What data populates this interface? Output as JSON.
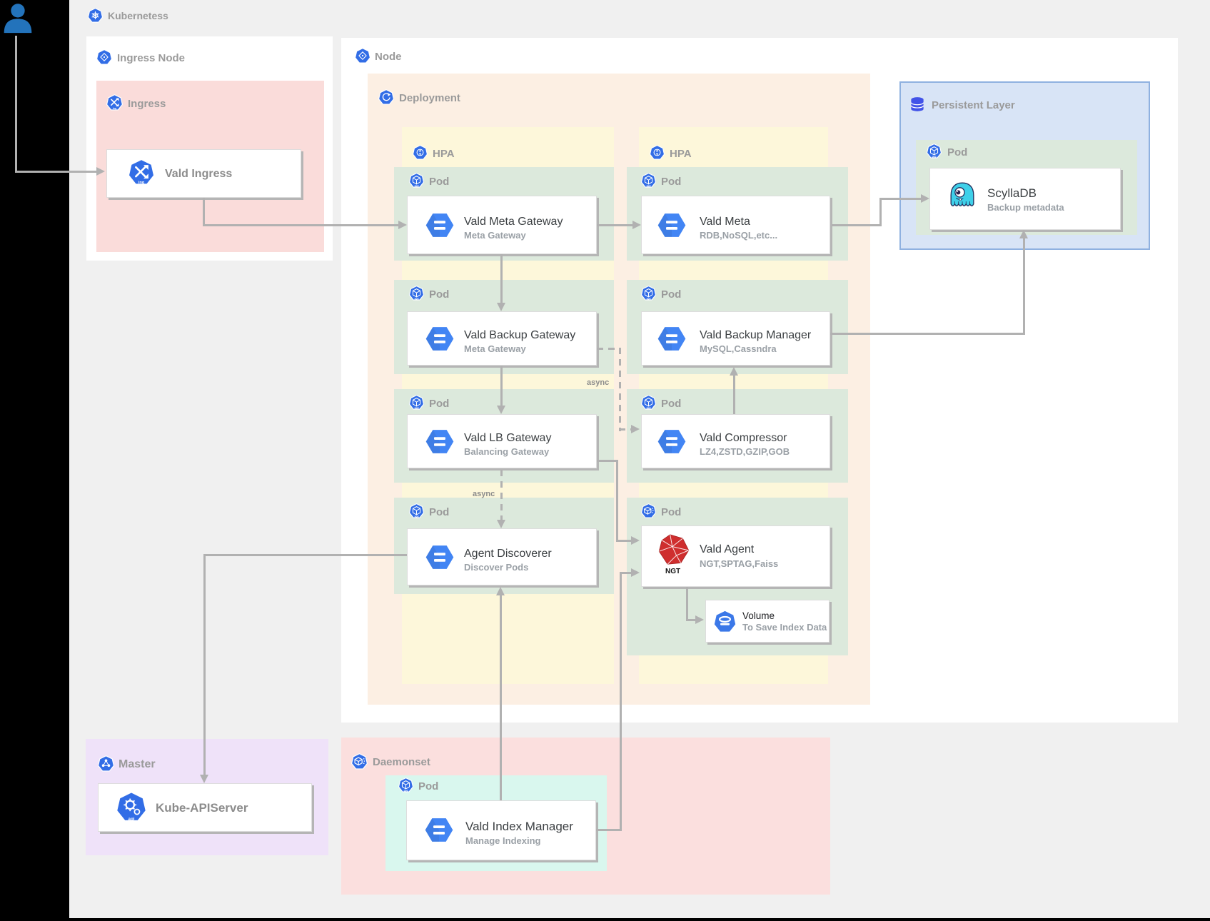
{
  "header": {
    "title": "Kubernetess"
  },
  "labels": {
    "pod": "Pod",
    "hpa": "HPA",
    "async": "async"
  },
  "ingress_node": {
    "title": "Ingress Node",
    "ingress_title": "Ingress",
    "vald_ingress": "Vald Ingress"
  },
  "node": {
    "title": "Node",
    "deployment": "Deployment",
    "persistent": {
      "title": "Persistent Layer",
      "scylladb_title": "ScyllaDB",
      "scylladb_subtitle": "Backup metadata"
    }
  },
  "cards": {
    "meta_gateway": {
      "title": "Vald Meta Gateway",
      "subtitle": "Meta Gateway"
    },
    "vald_meta": {
      "title": "Vald Meta",
      "subtitle": "RDB,NoSQL,etc..."
    },
    "backup_gateway": {
      "title": "Vald Backup Gateway",
      "subtitle": "Meta Gateway"
    },
    "backup_manager": {
      "title": "Vald Backup Manager",
      "subtitle": "MySQL,Cassndra"
    },
    "lb_gateway": {
      "title": "Vald LB Gateway",
      "subtitle": "Balancing Gateway"
    },
    "compressor": {
      "title": "Vald Compressor",
      "subtitle": "LZ4,ZSTD,GZIP,GOB"
    },
    "agent_discoverer": {
      "title": "Agent Discoverer",
      "subtitle": "Discover Pods"
    },
    "vald_agent": {
      "title": "Vald Agent",
      "subtitle": "NGT,SPTAG,Faiss",
      "icon_label": "NGT"
    },
    "volume": {
      "title": "Volume",
      "subtitle": "To Save Index Data"
    }
  },
  "master": {
    "title": "Master",
    "api_server": "Kube-APIServer"
  },
  "daemonset": {
    "title": "Daemonset",
    "index_manager": {
      "title": "Vald Index Manager",
      "subtitle": "Manage Indexing"
    }
  },
  "icons": {
    "user": "user-icon",
    "kubernetes": "kubernetes-logo-icon",
    "node": "node-icon",
    "ingress": "ingress-icon",
    "deployment": "deployment-icon",
    "hpa": "hpa-icon",
    "pod": "pod-icon",
    "master": "master-icon",
    "daemonset": "daemonset-icon",
    "api": "api-icon",
    "database": "database-cylinder-icon",
    "compute": "compute-hexagon-icon",
    "ngt": "ngt-icon",
    "scylladb": "scylladb-icon",
    "volume": "volume-icon"
  },
  "colors": {
    "k8s_blue": "#326de6",
    "gcp_blue": "#4285f4",
    "line_gray": "#b1b1b1",
    "ingress_pink": "#fadcda",
    "deployment_peach": "#fcefe3",
    "hpa_yellow": "#fdf7da",
    "pod_green": "#dce9dc",
    "persistent_blue": "#d8e4f6",
    "persistent_border": "#8fb1e0",
    "master_purple": "#efe2f9",
    "daemonset_pink": "#fbdfde",
    "daemonset_pod_mint": "#d9f7ee",
    "ngt_red": "#cf2e2e",
    "scylla_cyan": "#3fd0e9",
    "user_blue": "#2373bb"
  }
}
